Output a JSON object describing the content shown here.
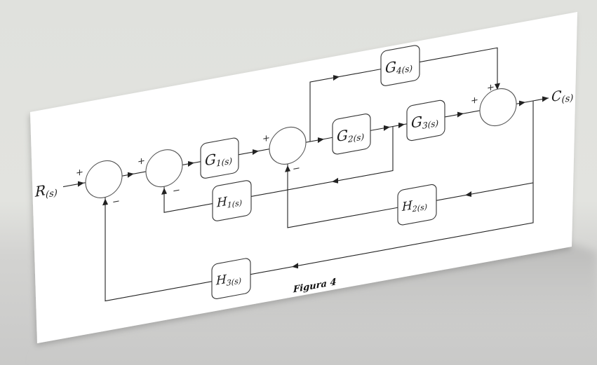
{
  "figure": {
    "caption": "Figura 4",
    "input_label": "R(s)",
    "output_label": "C(s)"
  },
  "blocks": [
    {
      "id": "G1",
      "base": "G",
      "sub": "1(s)"
    },
    {
      "id": "G2",
      "base": "G",
      "sub": "2(s)"
    },
    {
      "id": "G3",
      "base": "G",
      "sub": "3(s)"
    },
    {
      "id": "G4",
      "base": "G",
      "sub": "4(s)"
    },
    {
      "id": "H1",
      "base": "H",
      "sub": "1(s)"
    },
    {
      "id": "H2",
      "base": "H",
      "sub": "2(s)"
    },
    {
      "id": "H3",
      "base": "H",
      "sub": "3(s)"
    }
  ],
  "summing_junctions": [
    {
      "id": "S1",
      "signs": {
        "left": "+",
        "bottom": "−"
      }
    },
    {
      "id": "S2",
      "signs": {
        "left": "+",
        "bottom": "−"
      }
    },
    {
      "id": "S3",
      "signs": {
        "left": "+",
        "bottom": "−"
      }
    },
    {
      "id": "S4",
      "signs": {
        "left": "+",
        "top": "+"
      }
    }
  ],
  "input": {
    "base": "R",
    "sub": "(s)"
  },
  "output": {
    "base": "C",
    "sub": "(s)"
  },
  "colors": {
    "background": "#e0e1dd",
    "paper": "#ffffff",
    "line": "#222222",
    "shadow": "#c8c8c8"
  }
}
